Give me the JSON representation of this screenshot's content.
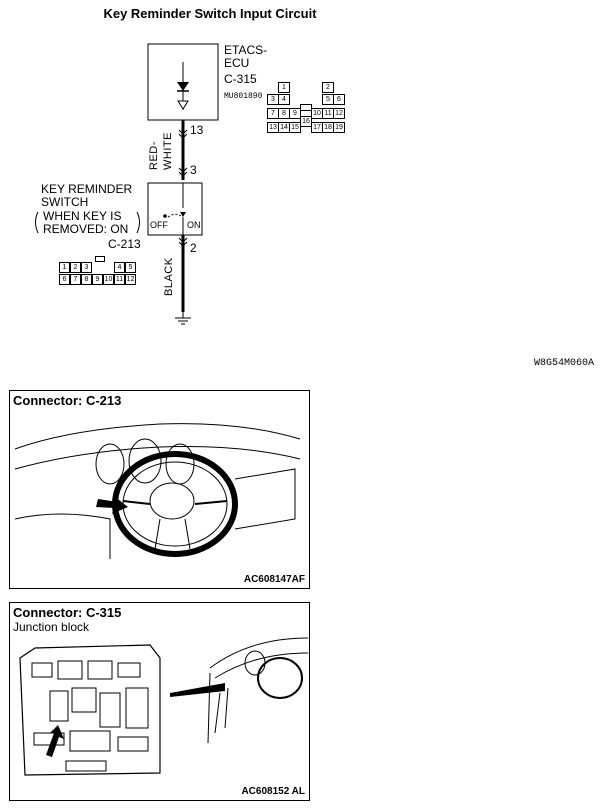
{
  "title": "Key Reminder Switch Input Circuit",
  "ecu": {
    "name_line1": "ETACS-",
    "name_line2": "ECU",
    "connector": "C-315",
    "part_number": "MU801890",
    "pin_top": "13"
  },
  "wire_upper": {
    "color_line1": "RED-",
    "color_line2": "WHITE",
    "pin": "3"
  },
  "switch": {
    "name_line1": "KEY REMINDER",
    "name_line2": "SWITCH",
    "cond_line1": "WHEN KEY IS",
    "cond_line2": "REMOVED: ON",
    "off_label": "OFF",
    "on_label": "ON",
    "connector": "C-213",
    "pin_bottom": "2"
  },
  "wire_lower": {
    "color": "BLACK"
  },
  "connector_c315": {
    "row1": [
      "1",
      "2"
    ],
    "row2": [
      "3",
      "4",
      "5",
      "6"
    ],
    "row3": [
      "7",
      "8",
      "9",
      "10",
      "11",
      "12"
    ],
    "mid": "16",
    "row4": [
      "13",
      "14",
      "15",
      "17",
      "18",
      "19"
    ]
  },
  "connector_c213": {
    "row1": [
      "1",
      "2",
      "3",
      "4",
      "5"
    ],
    "row2": [
      "6",
      "7",
      "8",
      "9",
      "10",
      "11",
      "12"
    ]
  },
  "diagram_code": "W8G54M060A",
  "panel1": {
    "title": "Connector: C-213",
    "code": "AC608147AF"
  },
  "panel2": {
    "title": "Connector: C-315",
    "subtitle": "Junction block",
    "code": "AC608152 AL"
  }
}
